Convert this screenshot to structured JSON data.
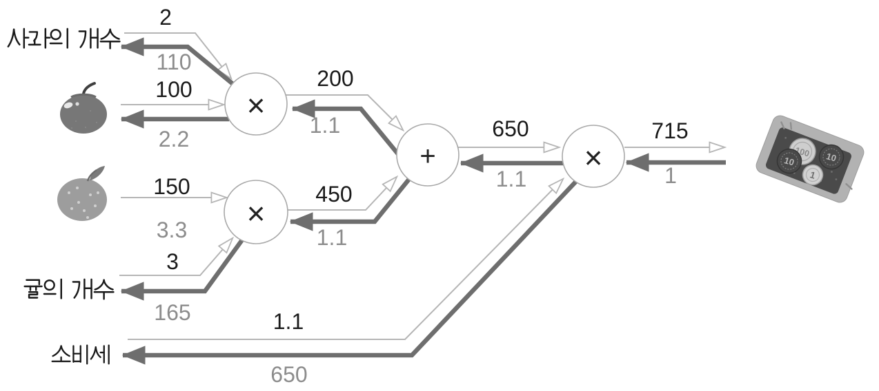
{
  "diagram": {
    "nodes": {
      "apple_mul": "×",
      "orange_mul": "×",
      "add": "+",
      "tax_mul": "×"
    },
    "edges": {
      "apple_count": {
        "label": "사과의 개수",
        "forward": "2",
        "backward": "110"
      },
      "apple_price": {
        "forward": "100",
        "backward": "2.2"
      },
      "apple_subtotal": {
        "forward": "200",
        "backward": "1.1"
      },
      "orange_price": {
        "forward": "150",
        "backward": "3.3"
      },
      "orange_count": {
        "label": "귤의 개수",
        "forward": "3",
        "backward": "165"
      },
      "orange_subtotal": {
        "forward": "450",
        "backward": "1.1"
      },
      "fruit_total": {
        "forward": "650",
        "backward": "1.1"
      },
      "final_total": {
        "forward": "715",
        "backward": "1"
      },
      "tax": {
        "label": "소비세",
        "forward": "1.1",
        "backward": "650"
      }
    },
    "money": {
      "coins": [
        "100",
        "10",
        "10",
        "1"
      ]
    },
    "colors": {
      "forward_line": "#b5b5b5",
      "backward_line": "#6e6e6e",
      "text": "#1a1a1a",
      "muted_text": "#8c8c8c",
      "node_stroke": "#a8a8a8"
    }
  }
}
